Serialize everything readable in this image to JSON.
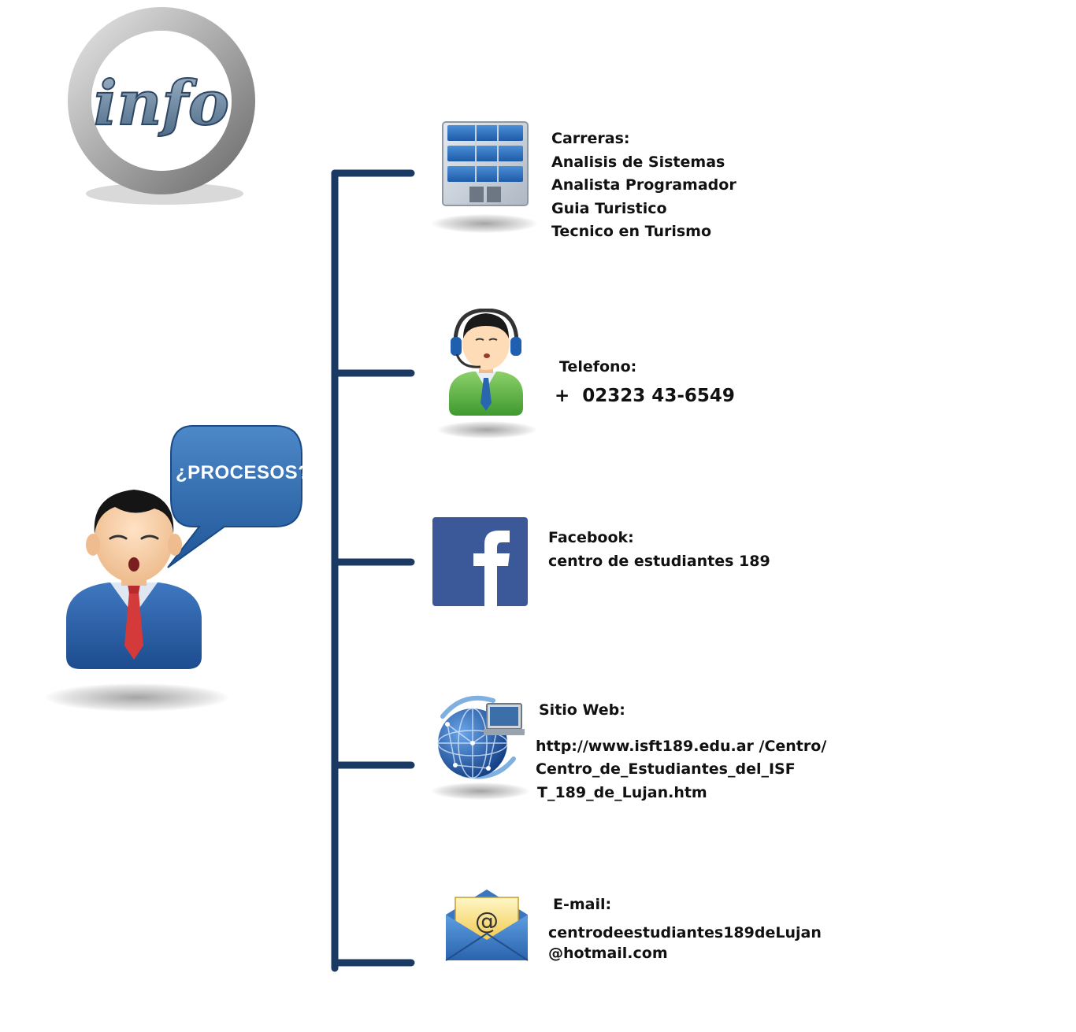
{
  "logo": {
    "text": "info"
  },
  "person": {
    "speech_bubble": "¿PROCESOS?"
  },
  "colors": {
    "connector": "#1b3a63",
    "bubble": "#2b68ad",
    "facebook": "#3b5998",
    "suit": "#2a5fa6",
    "tie": "#d43a3a"
  },
  "items": {
    "carreras": {
      "icon": "building-icon",
      "title": "Carreras:",
      "lines": [
        "Analisis de Sistemas",
        "Analista Programador",
        "Guia Turistico",
        "Tecnico en Turismo"
      ]
    },
    "telefono": {
      "icon": "headset-operator-icon",
      "title": "Telefono:",
      "value": "+  02323 43-6549"
    },
    "facebook": {
      "icon": "facebook-icon",
      "title": "Facebook:",
      "value": "centro de estudiantes 189"
    },
    "web": {
      "icon": "globe-computer-icon",
      "title": "Sitio Web:",
      "lines": [
        "http://www.isft189.edu.ar /Centro/",
        "Centro_de_Estudiantes_del_ISF",
        "T_189_de_Lujan.htm"
      ]
    },
    "email": {
      "icon": "envelope-at-icon",
      "title": "E-mail:",
      "lines": [
        "centrodeestudiantes189deLujan",
        "@hotmail.com"
      ]
    }
  }
}
